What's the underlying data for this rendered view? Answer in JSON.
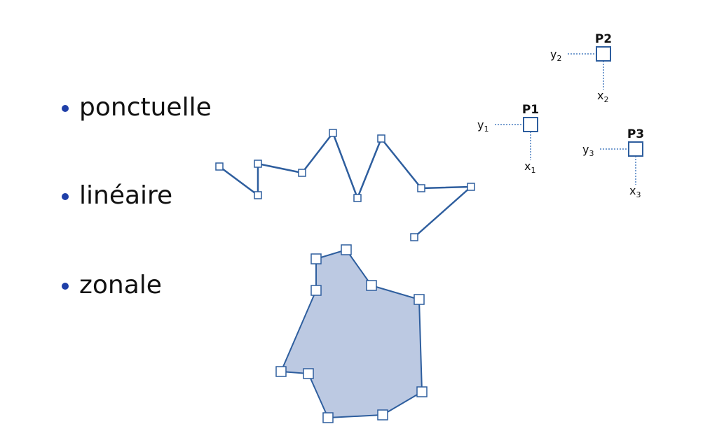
{
  "colors": {
    "bullet": "#1f3fa8",
    "stroke": "#2e5e9e",
    "fill": "#bcc9e2",
    "dotted": "#4a7fc1"
  },
  "bullets": [
    {
      "label": "ponctuelle"
    },
    {
      "label": "linéaire"
    },
    {
      "label": "zonale"
    }
  ],
  "points": [
    {
      "name": "P1",
      "x_label": "x",
      "x_sub": "1",
      "y_label": "y",
      "y_sub": "1"
    },
    {
      "name": "P2",
      "x_label": "x",
      "x_sub": "2",
      "y_label": "y",
      "y_sub": "2"
    },
    {
      "name": "P3",
      "x_label": "x",
      "x_sub": "3",
      "y_label": "y",
      "y_sub": "3"
    }
  ]
}
